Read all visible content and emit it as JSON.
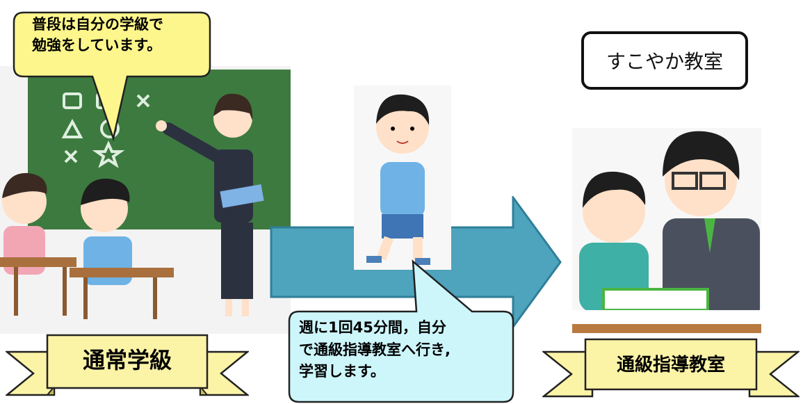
{
  "speech_top": {
    "line1": "普段は自分の学級で",
    "line2": "勉強をしています。"
  },
  "speech_bottom": {
    "line1": "週に1回45分間，自分",
    "line2": "で通級指導教室へ行き,",
    "line3": "学習します。"
  },
  "room_label": "すこやか教室",
  "banner_left": "通常学級",
  "banner_right": "通級指導教室",
  "colors": {
    "bubble_yellow": "#fdf68c",
    "bubble_cyan": "#cdf6fb",
    "banner_fill": "#fbf3a6",
    "arrow_fill": "#4ea3bd",
    "chalkboard": "#3d7a3f"
  },
  "icons": {
    "chalk_shapes": [
      "□",
      "□",
      "✕",
      "△",
      "○",
      "✕",
      "☆"
    ]
  }
}
